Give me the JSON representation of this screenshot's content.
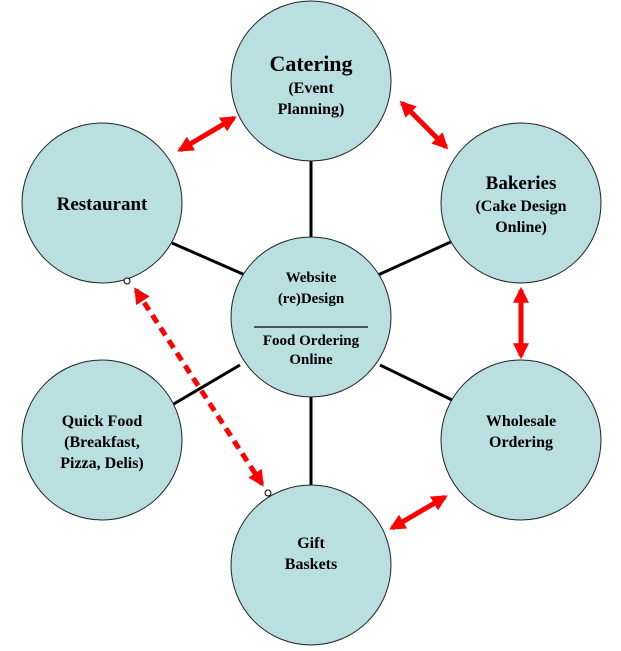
{
  "colors": {
    "node_fill": "#b9dfe0",
    "node_stroke": "#222222",
    "spoke": "#000000",
    "arrow": "#ff0000",
    "background": "#ffffff"
  },
  "center": {
    "line1": "Website",
    "line2": "(re)Design",
    "line3": "Food Ordering",
    "line4": "Online"
  },
  "nodes": {
    "catering": {
      "title": "Catering",
      "sub1": "(Event",
      "sub2": "Planning)"
    },
    "bakeries": {
      "title": "Bakeries",
      "sub1": "(Cake Design",
      "sub2": "Online)"
    },
    "restaurant": {
      "title": "Restaurant"
    },
    "wholesale": {
      "line1": "Wholesale",
      "line2": "Ordering"
    },
    "quick_food": {
      "line1": "Quick Food",
      "line2": "(Breakfast,",
      "line3": "Pizza, Delis)"
    },
    "gift_baskets": {
      "line1": "Gift",
      "line2": "Baskets"
    }
  }
}
